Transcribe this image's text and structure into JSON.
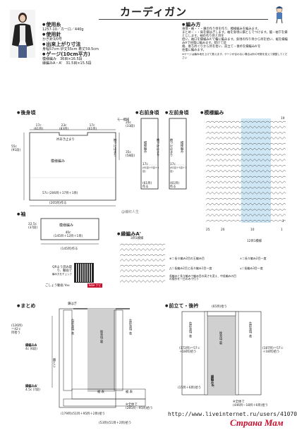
{
  "header": {
    "title": "カーディガン"
  },
  "materials": {
    "yarn_heading": "使用糸",
    "yarn_value": "1257-10／カーロ／440g",
    "needle_heading": "使用針",
    "needle_value": "かぎ針3/0号",
    "size_heading": "出来上がり寸法",
    "size_value": "身幅57cm 炉丈55cm 着丈59.5cm",
    "gauge_heading": "ゲージ(10cm平方)",
    "gauge_rows": [
      "模様編み　36目×16.5段",
      "縁編みA・A'　31.5目×15.5段"
    ]
  },
  "method": {
    "heading": "編み方",
    "lines": [
      "身頃・袖・・・鎖の作り目を作り、模様編みを編みます。",
      "まとめ・・・肩を鎖はぎします。袖を身頃に鎖とじでつけます。脇・袖下を鎖とじします。袖の作り目と目を",
      "拾い、袖口を縁編みA'で輪に編みます。身頃の作り目から目を拾い、裾を縁編みAで往復に編みます。続けて前",
      "端、後ろ衿ぐりから目を拾い、前立て・後衿を縁編みA'を",
      "往復に編みます。"
    ],
    "note": "※ゲージは編み地を上げて数えます。ゲージが合わない場合は針の号数を変えて調整してください"
  },
  "back": {
    "heading": "後身頃",
    "top_left": "17c",
    "top_left_sub": "(61目)",
    "top_mid": "23c",
    "top_mid_sub": "(83目)",
    "top_right": "17c",
    "top_right_sub": "(61目)",
    "neck": "衿あき止まり",
    "side_v": "55c",
    "side_v_sub": "(91段)",
    "pattern": "模様編み",
    "sleeve_stop": "袖つけ止まり",
    "base_w": "57c",
    "base_w_sub": "(206目＋17目＋1目)",
    "chain": "(205目)作る"
  },
  "right_front": {
    "heading": "右前身頃",
    "pattern": "模様編み",
    "sleeve_stop": "袖つけ止まり",
    "base_w": "17c",
    "base_w_sub": "(61目＋5目＋1目)",
    "chain": "(61目)",
    "chain2": "作る",
    "top_label": "モ一模様",
    "side_v": "20c",
    "side_v_sub": "(33段)",
    "side_v2": "35c",
    "side_v2_sub": "(58段)"
  },
  "left_front": {
    "heading": "左前身頃",
    "pattern": "模様編み",
    "sleeve_stop": "袖つけ止まり",
    "base_w": "17c",
    "base_w_sub": "(61目＋5目＋1目)",
    "chain": "(61目)",
    "chain2": "作る"
  },
  "pattern_chart": {
    "heading": "模様編み",
    "rows_top": "19",
    "rows_bottom": "1",
    "col_left": "25",
    "col_mid": "20",
    "col_right": "10",
    "col_end": "1",
    "repeat": "12目1模様"
  },
  "sleeve": {
    "heading": "袖",
    "side_v": "22.5c",
    "side_v_sub": "(37段)",
    "pattern": "模様編み",
    "base_w": "40c",
    "base_w_sub": "(145目＋12目＋1目)",
    "chain": "(145目)作る"
  },
  "edging_a": {
    "heading": "縁編みA'",
    "repeat": "3目1模様"
  },
  "watermark": "@编织人生",
  "qr": {
    "text_1": "QRよう読み取",
    "text_2": "り、動画で",
    "text_3": "編み方をチェック",
    "note": "ごしょう動画 You",
    "badge": "Tube ナビ"
  },
  "legend": {
    "items": [
      "＝長々編み2目の玉編み目",
      "＝長々編み2目一度",
      "＝長編み2目と長々編み1目一度",
      "＝長編み3目一度",
      "長編みと長々編みで編み目の高さを変え、中長編みの目の操作を一目のみで行う"
    ]
  },
  "assembly": {
    "heading": "まとめ",
    "chain_seam": "鎖はぎ",
    "side_v": "(126目)",
    "side_v_2": "＝42ｃ",
    "side_v_3": "目拾う",
    "right_body": "右前身頃",
    "right_body_2": "表",
    "back_body": "後身頃",
    "back_body_2": "裏",
    "left_body": "左前身頃",
    "left_body_2": "表",
    "edge_a": "縁編みA",
    "edge_a_w": "4c",
    "edge_a_w_sub": "(6段)",
    "edge_a2": "縁編みA'",
    "edge_a2_w": "4.5c",
    "edge_a2_sub": "(7段)",
    "sew": "鎖とじ",
    "hem_left": "裾",
    "hem_left_2": "表",
    "hem_right": "裾",
    "hem_right_2": "表",
    "total": "※全体で",
    "total_2": "(285目－95目)拾う",
    "bottom_1": "(179目)(51目＋95目＋2目)拾う",
    "bottom_2": "(53目)(51目＋2目)拾う"
  },
  "front_band": {
    "heading": "前立て・後衿",
    "collar_top": "(65目)拾う",
    "right_body": "右前身頃",
    "right_body_2": "表",
    "back_body": "後身頃",
    "back_body_2": "裏",
    "left_body": "左前身頃",
    "left_body_2": "表",
    "left_pick": "(172目)＝57ｃ",
    "left_pick_2": "＋18目)拾う",
    "right_pick": "(187目)＝57ｃ",
    "right_pick_2": "＋18目)拾う",
    "edge": "縁編みA'",
    "bottom_left": "(15目＋6目)拾う",
    "total": "※全体で",
    "total_2": "(446目－18目＋6目)拾う"
  },
  "footer": {
    "url": "http://www.liveinternet.ru/users/4107042/",
    "logo": "Страна Мам"
  },
  "colors": {
    "highlight_blue": "#cfe7f4",
    "grey_panel": "#d0d0d0",
    "logo_red": "#c8102e"
  }
}
